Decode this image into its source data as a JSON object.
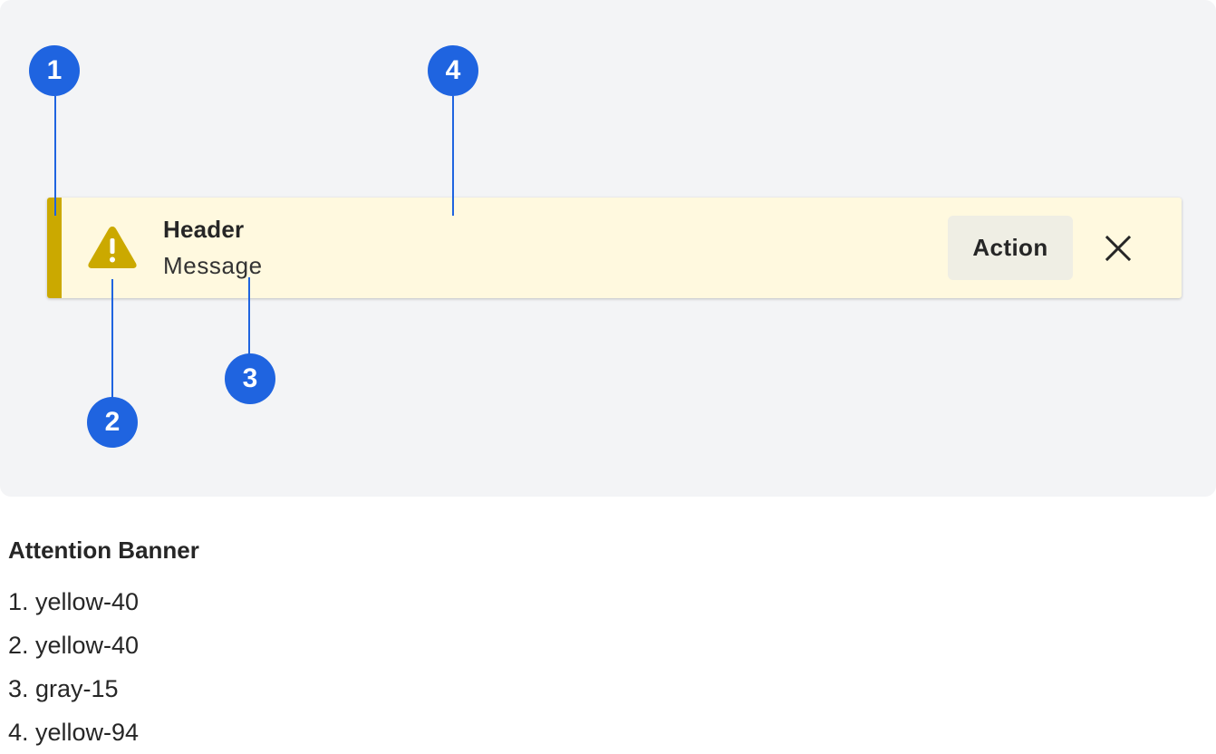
{
  "banner": {
    "header": "Header",
    "message": "Message",
    "action_label": "Action",
    "close_icon": "close-icon",
    "status_icon": "warning-triangle-icon"
  },
  "colors": {
    "accent_bar": "#cba900",
    "icon": "#cba900",
    "message_text": "#262626",
    "background": "#fff9df",
    "marker": "#1f64e0",
    "canvas": "#f3f4f6"
  },
  "markers": [
    "1",
    "2",
    "3",
    "4"
  ],
  "caption": {
    "title": "Attention Banner",
    "items": [
      "1. yellow-40",
      "2. yellow-40",
      "3. gray-15",
      "4. yellow-94"
    ]
  }
}
